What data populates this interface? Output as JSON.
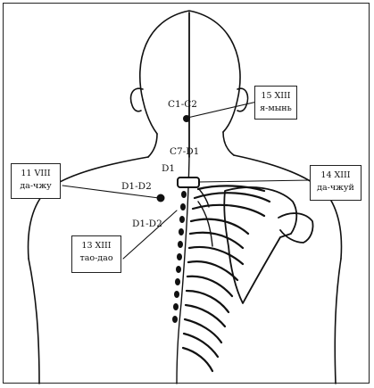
{
  "vertebra_labels": {
    "c1_c2": "C1-C2",
    "c7_d1": "C7-D1",
    "d1": "D1",
    "d1_d2_upper": "D1-D2",
    "d1_d2_lower": "D1-D2"
  },
  "callouts": {
    "point_15": {
      "line1": "15 XIII",
      "line2": "я-мынь"
    },
    "point_11": {
      "line1": "11 VIII",
      "line2": "да-чжу"
    },
    "point_14": {
      "line1": "14 XIII",
      "line2": "да-чжуй"
    },
    "point_13": {
      "line1": "13 XIII",
      "line2": "тао-дао"
    }
  },
  "colors": {
    "ink": "#111111",
    "background": "#ffffff"
  }
}
